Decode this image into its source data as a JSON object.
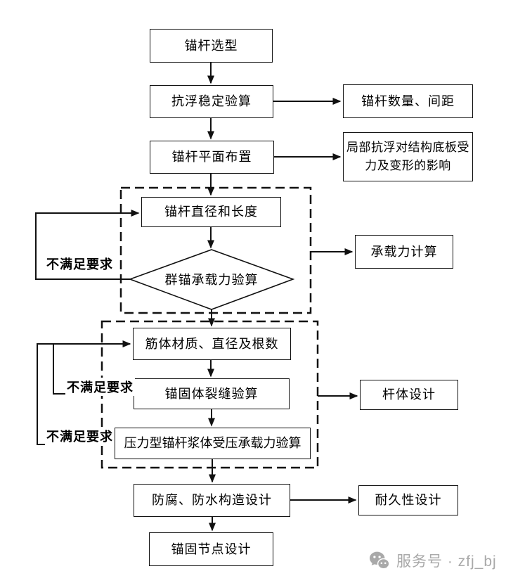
{
  "diagram": {
    "title": "anchor-rod-design-flowchart",
    "nodes": {
      "anchor_selection": "锚杆选型",
      "antifloat_check": "抗浮稳定验算",
      "anchor_count_spacing": "锚杆数量、间距",
      "anchor_plan_layout": "锚杆平面布置",
      "local_antifloat_effect": "局部抗浮对结构底板受力及变形的影响",
      "anchor_diameter_length": "锚杆直径和长度",
      "group_anchor_check": "群锚承载力验算",
      "bearing_capacity_calc": "承载力计算",
      "tendon_material": "筋体材质、直径及根数",
      "grout_crack_check": "锚固体裂缝验算",
      "pressure_grout_check": "压力型锚杆浆体受压承载力验算",
      "rod_design": "杆体设计",
      "anticorrosion_design": "防腐、防水构造设计",
      "durability_design": "耐久性设计",
      "anchor_node_design": "锚固节点设计"
    },
    "labels": {
      "not_satisfied_1": "不满足要求",
      "not_satisfied_2": "不满足要求",
      "not_satisfied_3": "不满足要求"
    },
    "colors": {
      "line": "#111111",
      "background": "#ffffff",
      "watermark": "#a9a9a9"
    }
  },
  "watermark": {
    "icon": "wechat-icon",
    "text": "服务号 · zfj_bj"
  }
}
